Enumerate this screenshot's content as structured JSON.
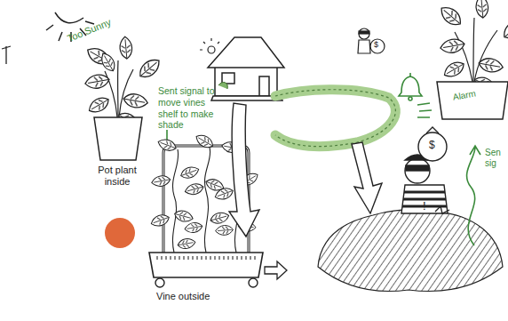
{
  "diagram": {
    "labels": [
      "Too Sunny",
      "Sent signal to move vines shelf to make shade",
      "Pot plant inside",
      "Vine outside",
      "$",
      "$",
      "!",
      "Alarm",
      "Sen sig"
    ]
  }
}
